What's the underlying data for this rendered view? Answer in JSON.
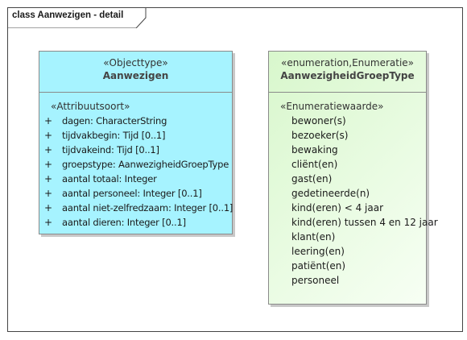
{
  "diagram": {
    "title": "class Aanwezigen - detail"
  },
  "classes": [
    {
      "stereotype": "«Objecttype»",
      "name": "Aanwezigen",
      "compartment_stereotype": "«Attribuutsoort»",
      "attributes": [
        {
          "visibility": "+",
          "text": "dagen: CharacterString"
        },
        {
          "visibility": "+",
          "text": "tijdvakbegin: Tijd [0..1]"
        },
        {
          "visibility": "+",
          "text": "tijdvakeind: Tijd [0..1]"
        },
        {
          "visibility": "+",
          "text": "groepstype: AanwezigheidGroepType"
        },
        {
          "visibility": "+",
          "text": "aantal totaal: Integer"
        },
        {
          "visibility": "+",
          "text": "aantal personeel: Integer [0..1]"
        },
        {
          "visibility": "+",
          "text": "aantal niet-zelfredzaam: Integer [0..1]"
        },
        {
          "visibility": "+",
          "text": "aantal dieren: Integer [0..1]"
        }
      ],
      "fill": "#a6f3ff"
    },
    {
      "stereotype": "«enumeration,Enumeratie»",
      "name": "AanwezigheidGroepType",
      "compartment_stereotype": "«Enumeratiewaarde»",
      "literals": [
        "bewoner(s)",
        "bezoeker(s)",
        "bewaking",
        "cliënt(en)",
        "gast(en)",
        "gedetineerde(n)",
        "kind(eren) < 4 jaar",
        "kind(eren) tussen 4 en 12 jaar",
        "klant(en)",
        "leering(en)",
        "patiënt(en)",
        "personeel"
      ],
      "fill": "#d8f7cc"
    }
  ]
}
